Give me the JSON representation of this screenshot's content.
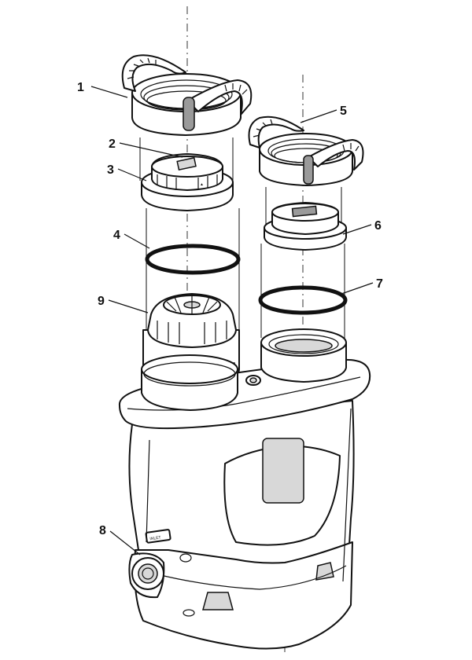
{
  "callouts": {
    "c1": "1",
    "c2": "2",
    "c3": "3",
    "c4": "4",
    "c5": "5",
    "c6": "6",
    "c7": "7",
    "c8": "8",
    "c9": "9"
  },
  "labels": {
    "inlet": "INLET"
  },
  "colors": {
    "line": "#111111",
    "fill": "#ffffff",
    "shade": "#d8d8d8"
  }
}
